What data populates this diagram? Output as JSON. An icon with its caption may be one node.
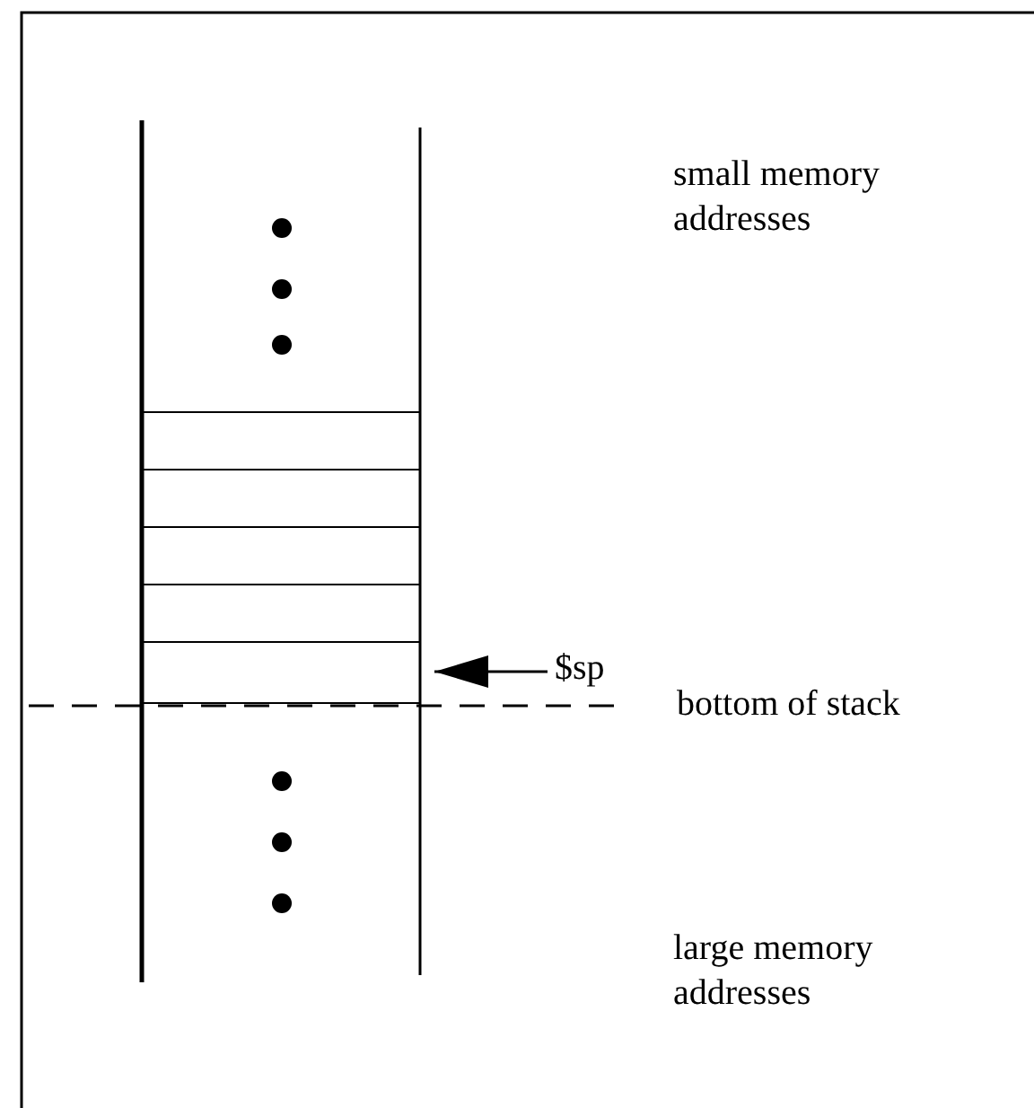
{
  "diagram": {
    "nodes": [
      {
        "text": [],
        "shape": "box"
      },
      {
        "text": [],
        "shape": "box"
      },
      {
        "text": [],
        "shape": "box"
      },
      {
        "text": [],
        "shape": "box"
      },
      {
        "text": [],
        "shape": "box"
      },
      {
        "text": [
          "$sp"
        ]
      }
    ],
    "edges": [
      {
        "from": 5,
        "to": 4,
        "arrow": "to"
      }
    ],
    "labels": [
      "small memory addresses",
      "bottom of stack",
      "large memory addresses"
    ]
  }
}
